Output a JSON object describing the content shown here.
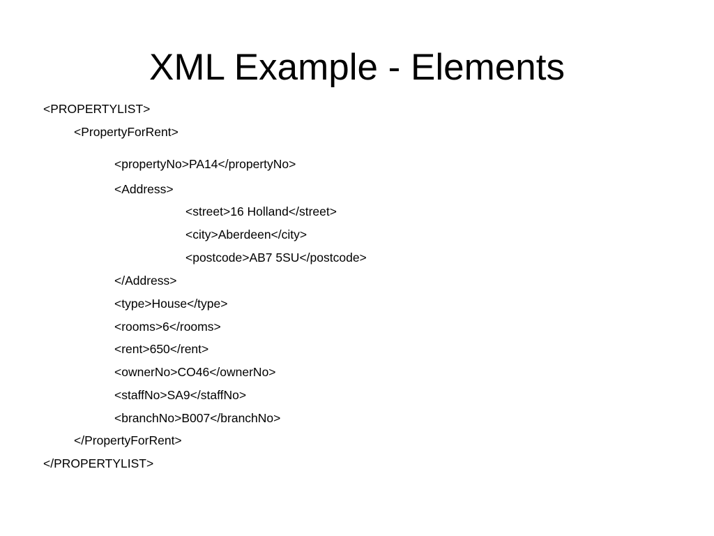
{
  "slide": {
    "title": "XML Example - Elements",
    "lines": [
      "<PROPERTYLIST>",
      "<PropertyForRent>",
      "<propertyNo>PA14</propertyNo>",
      "<Address>",
      "<street>16 Holland</street>",
      "<city>Aberdeen</city>",
      "<postcode>AB7 5SU</postcode>",
      "</Address>",
      "<type>House</type>",
      "<rooms>6</rooms>",
      "<rent>650</rent>",
      "<ownerNo>CO46</ownerNo>",
      "<staffNo>SA9</staffNo>",
      "<branchNo>B007</branchNo>",
      "</PropertyForRent>",
      "</PROPERTYLIST>"
    ]
  }
}
